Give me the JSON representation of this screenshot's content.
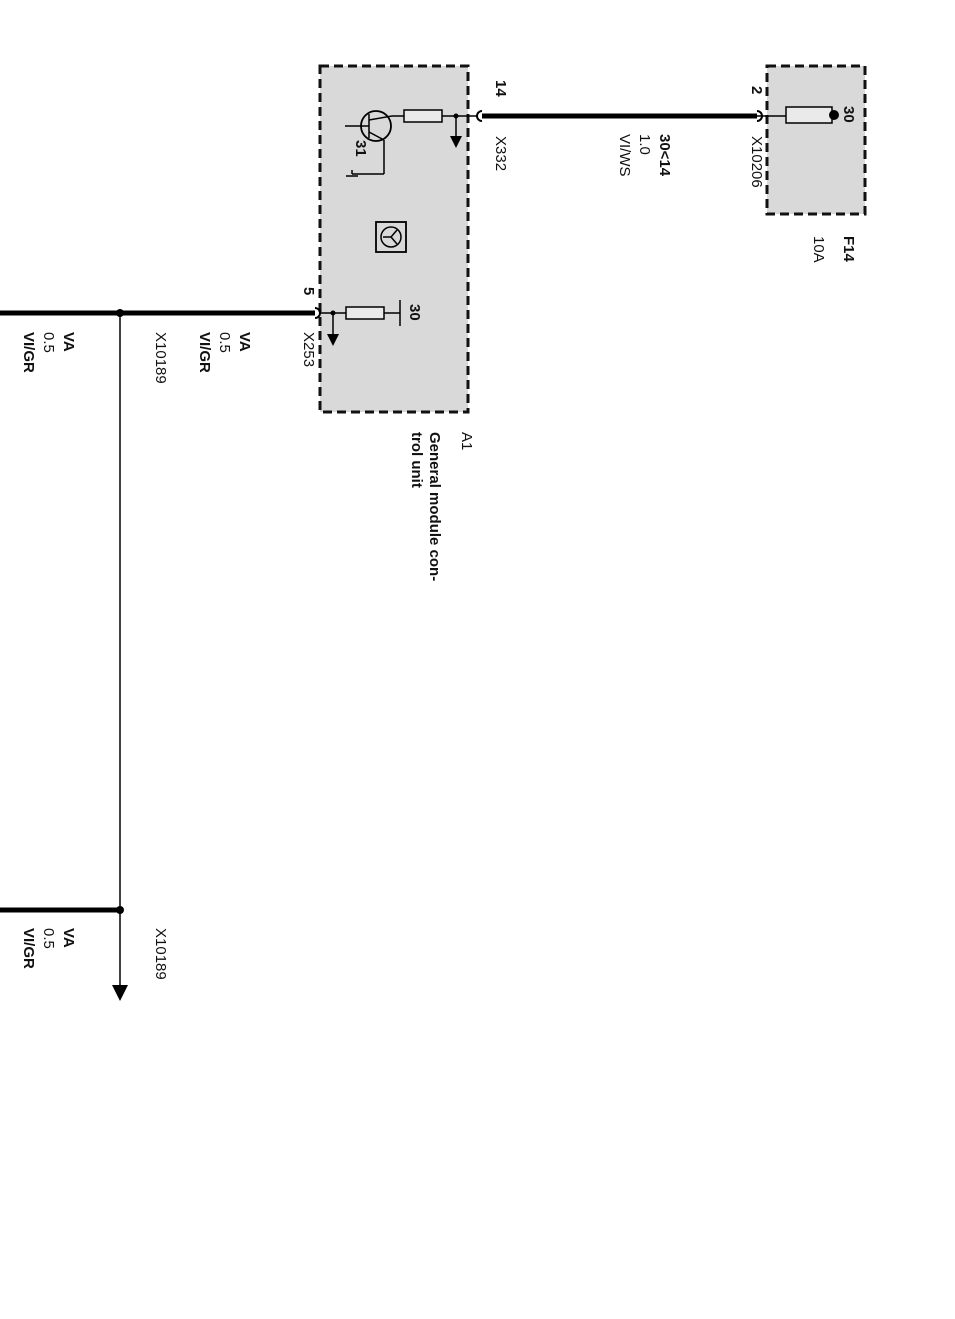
{
  "fuse": {
    "ref": "F14",
    "rating": "10A",
    "terminal": "30",
    "pin": "2",
    "connector": "X10206"
  },
  "wire_top": {
    "circuit": "30<14",
    "gauge": "1.0",
    "color": "VI/WS"
  },
  "module": {
    "ref": "A1",
    "name_line1": "General module con-",
    "name_line2": "trol unit",
    "pin_top": "14",
    "connector_top": "X332",
    "ground_terminal": "31",
    "pin_bottom": "5",
    "connector_bottom": "X253",
    "terminal_bottom": "30"
  },
  "wire_mid": {
    "circuit": "VA",
    "gauge": "0.5",
    "color": "VI/GR"
  },
  "splice": {
    "connector_1": "X10189",
    "connector_2": "X10189"
  },
  "branch_1": {
    "circuit": "VA",
    "gauge": "0.5",
    "color": "VI/GR"
  },
  "branch_2": {
    "circuit": "VA",
    "gauge": "0.5",
    "color": "VI/GR"
  }
}
